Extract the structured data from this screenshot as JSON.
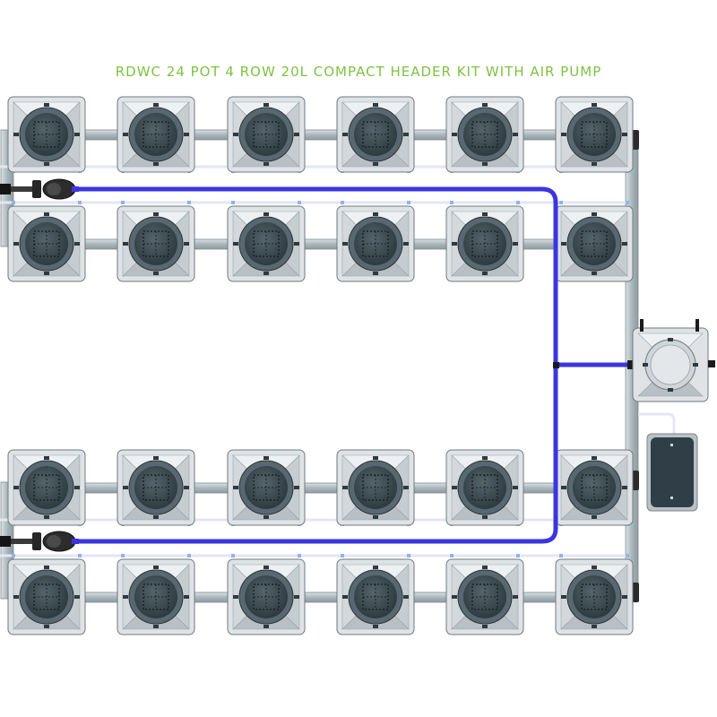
{
  "title": "RDWC 24 POT 4 ROW 20L COMPACT HEADER KIT WITH AIR PUMP",
  "layout": {
    "rows": 4,
    "pots_per_row": 6,
    "pot_count": 24,
    "header_tanks": 1,
    "air_pumps": 1
  },
  "colors": {
    "title": "#7dc243",
    "pot_body": "#dfe3e6",
    "pot_shade": "#b9c0c5",
    "pot_outline": "#6f7a80",
    "lid": "#3d4a51",
    "pipe": "#b4c0c4",
    "pipe_outline": "#7f8b90",
    "water_line": "#3b35e0",
    "air_line": "#e4e6f5",
    "air_pump": "#2f3e47",
    "fitting": "#1e1e1e"
  },
  "icons": {
    "pot": "pot-icon",
    "lid": "net-lid-icon",
    "header_tank": "header-tank-icon",
    "pump": "air-pump-icon",
    "connector": "hose-connector-icon"
  }
}
